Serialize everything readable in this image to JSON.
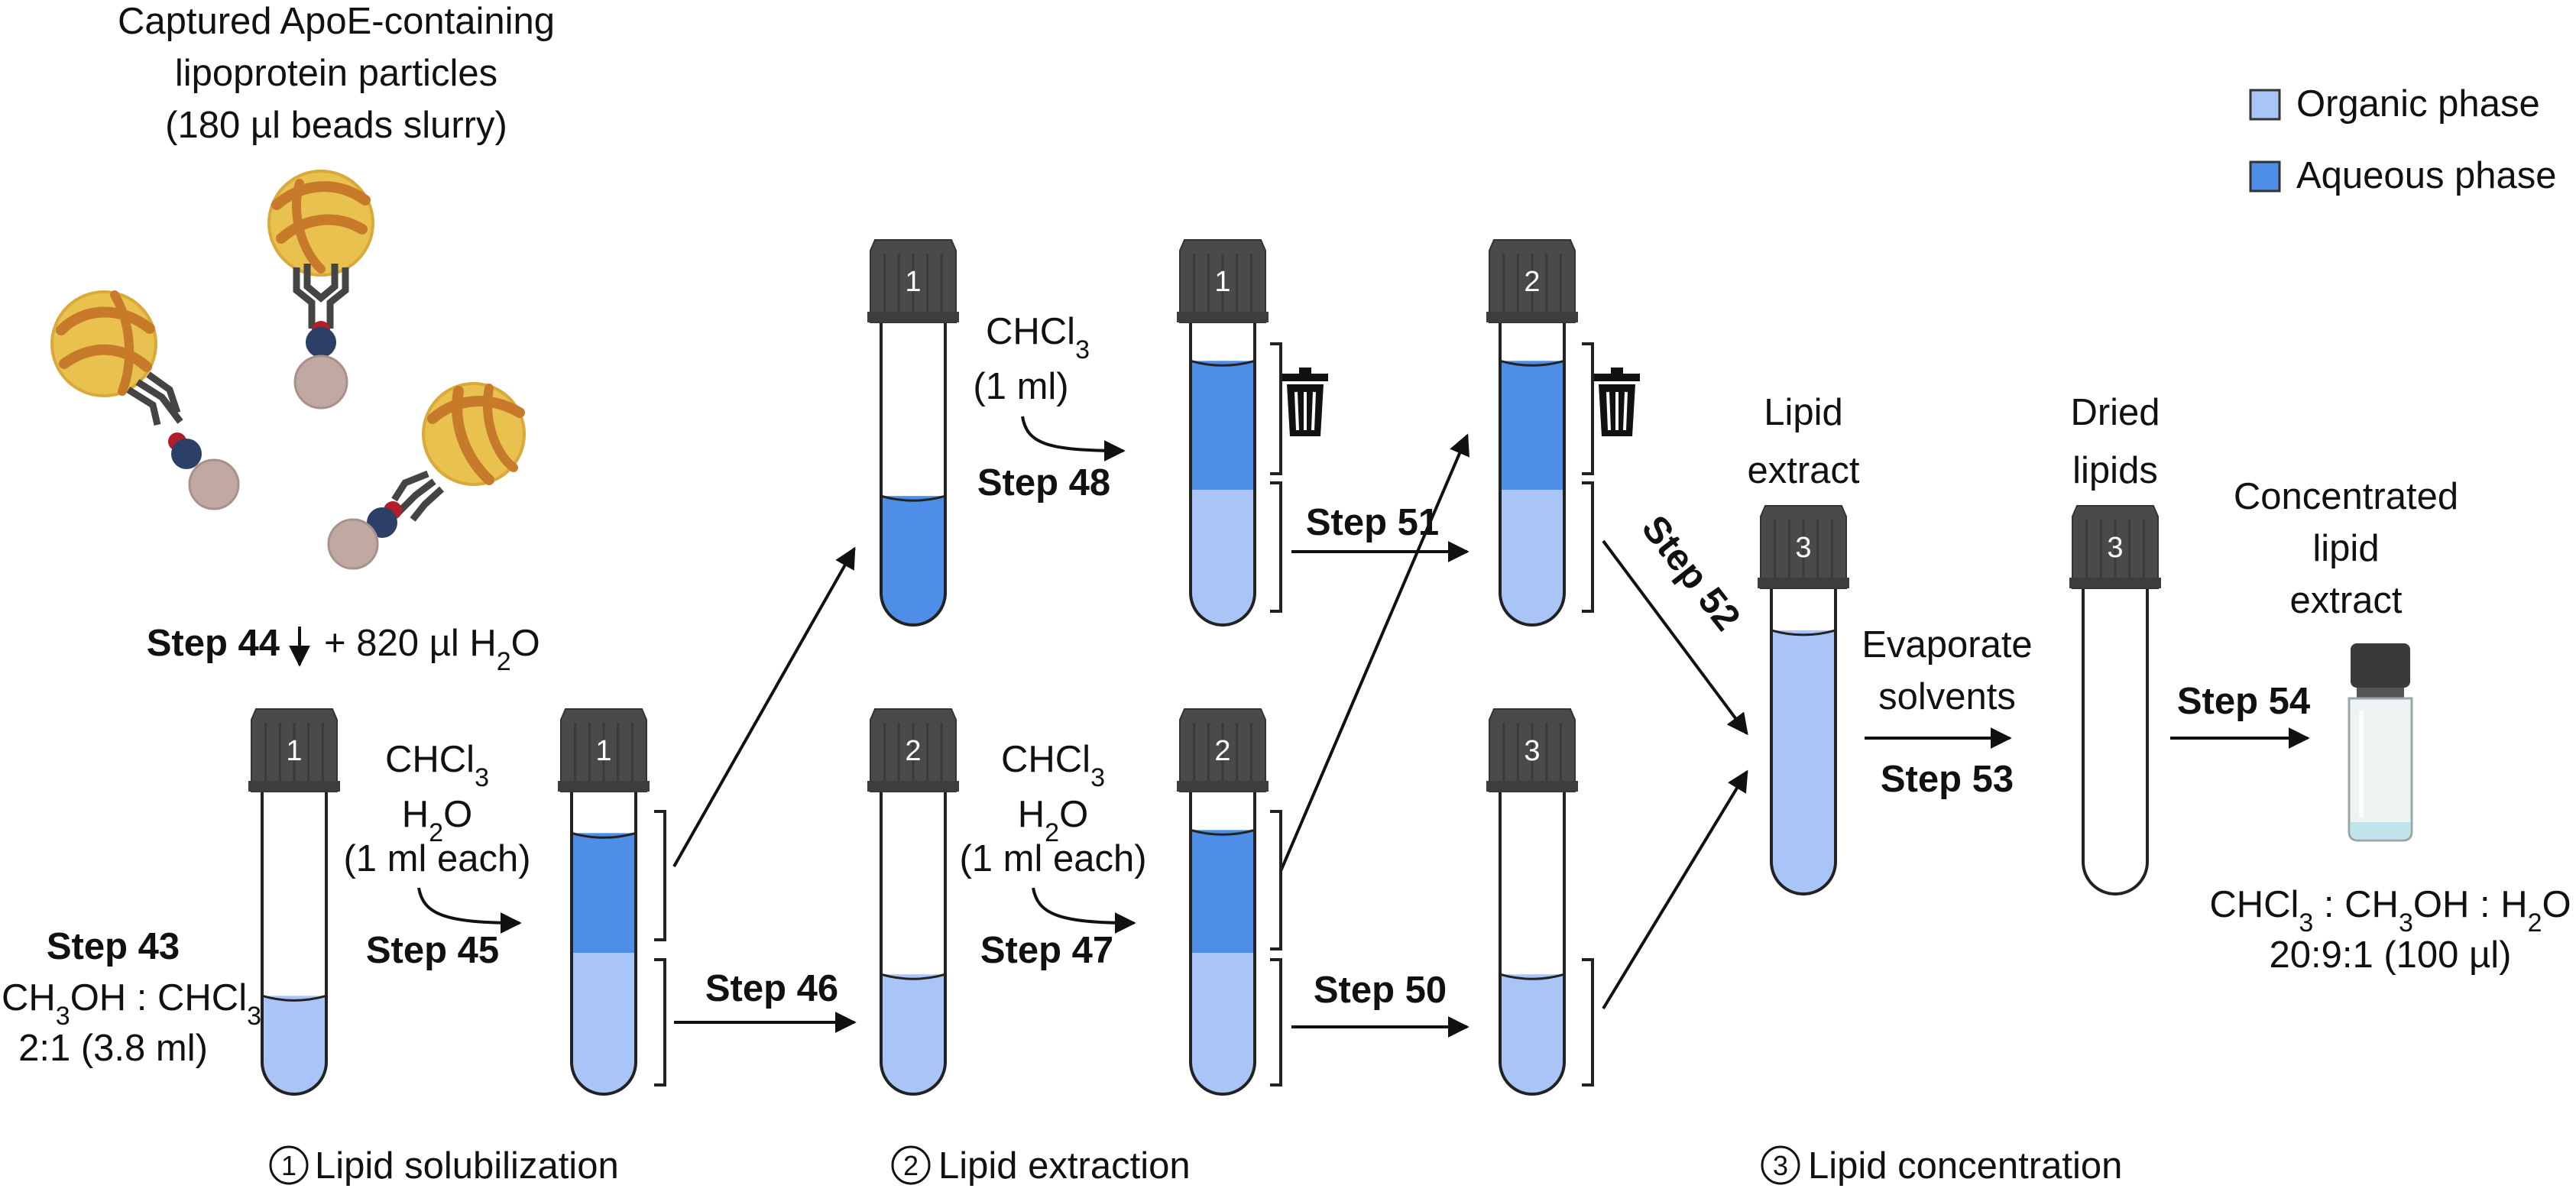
{
  "colors": {
    "organic": "#a9c4f7",
    "aqueous": "#4e8ee6",
    "cap": "#4a4a4a",
    "gold": "#e9c14f",
    "band": "#c77a2a",
    "antibody": "#444444",
    "bead": "#bfa9a0",
    "linker_dark": "#2c3f66",
    "linker_red": "#b01f2a"
  },
  "icons": [
    "trash-icon",
    "lipoprotein-particle-icon",
    "antibody-icon",
    "magnetic-bead-icon",
    "sample-vial-icon"
  ],
  "title_lines": [
    "Captured ApoE-containing",
    "lipoprotein particles",
    "(180 µl beads slurry)"
  ],
  "legend": {
    "organic": "Organic phase",
    "aqueous": "Aqueous phase"
  },
  "step44": {
    "label": "Step 44",
    "text_pre": "+ 820 µl H",
    "sub": "2",
    "text_post": "O"
  },
  "step43": {
    "label": "Step 43",
    "line1_pre": "CH",
    "line1_sub1": "3",
    "line1_mid": "OH : CHCl",
    "line1_sub2": "3",
    "line2": "2:1 (3.8 ml)"
  },
  "step45": {
    "label": "Step 45",
    "line1": "CHCl",
    "line1_sub": "3",
    "line2": "H",
    "line2_sub": "2",
    "line2_post": "O",
    "line3": "(1 ml each)"
  },
  "step46": {
    "label": "Step 46"
  },
  "step47": {
    "label": "Step 47",
    "line1": "CHCl",
    "line1_sub": "3",
    "line2": "H",
    "line2_sub": "2",
    "line2_post": "O",
    "line3": "(1 ml each)"
  },
  "step48": {
    "label": "Step 48",
    "line1": "CHCl",
    "line1_sub": "3",
    "line2": "(1 ml)"
  },
  "step50": {
    "label": "Step 50"
  },
  "step51": {
    "label": "Step 51"
  },
  "step52": {
    "label": "Step 52"
  },
  "step53": {
    "label": "Step 53",
    "line1": "Evaporate",
    "line2": "solvents"
  },
  "step54": {
    "label": "Step 54"
  },
  "lipid_extract": [
    "Lipid",
    "extract"
  ],
  "dried_lipids": [
    "Dried",
    "lipids"
  ],
  "concentrated": [
    "Concentrated",
    "lipid",
    "extract"
  ],
  "final_solvent": {
    "p1": "CHCl",
    "s1": "3",
    "p2": " : CH",
    "s2": "3",
    "p3": "OH : H",
    "s3": "2",
    "p4": "O",
    "line2": "20:9:1 (100 µl)"
  },
  "stages": [
    {
      "num": "1",
      "label": "Lipid solubilization"
    },
    {
      "num": "2",
      "label": "Lipid extraction"
    },
    {
      "num": "3",
      "label": "Lipid concentration"
    }
  ],
  "tubes": [
    {
      "id": "t1",
      "num": "1",
      "fill": "organic",
      "level": 0.32
    },
    {
      "id": "t2",
      "num": "1",
      "fill": "biphasic",
      "aqueous_frac": 0.39,
      "organic_frac": 0.46
    },
    {
      "id": "t3",
      "num": "1",
      "fill": "aqueous",
      "level": 0.42
    },
    {
      "id": "t4",
      "num": "1",
      "fill": "biphasic",
      "aqueous_frac": 0.42,
      "organic_frac": 0.44
    },
    {
      "id": "t5",
      "num": "2",
      "fill": "organic",
      "level": 0.39
    },
    {
      "id": "t6",
      "num": "2",
      "fill": "biphasic",
      "aqueous_frac": 0.4,
      "organic_frac": 0.46
    },
    {
      "id": "t7",
      "num": "2",
      "fill": "biphasic",
      "aqueous_frac": 0.42,
      "organic_frac": 0.44
    },
    {
      "id": "t8",
      "num": "3",
      "fill": "organic",
      "level": 0.39
    },
    {
      "id": "t9",
      "num": "3",
      "fill": "organic",
      "level": 0.85
    },
    {
      "id": "t10",
      "num": "3",
      "fill": "empty",
      "level": 0
    }
  ]
}
